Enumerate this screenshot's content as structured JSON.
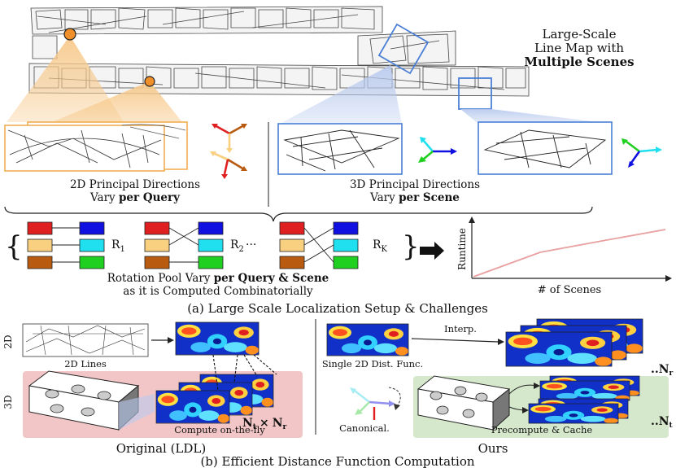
{
  "top": {
    "map_title_line1": "Large-Scale",
    "map_title_line2": "Line Map with",
    "map_title_line3": "Multiple Scenes",
    "left_caption_line1": "2D Principal Directions",
    "left_caption_line2_pre": "Vary ",
    "left_caption_line2_bold": "per Query",
    "right_caption_line1": "3D Principal Directions",
    "right_caption_line2_pre": "Vary ",
    "right_caption_line2_bold": "per Scene"
  },
  "pool": {
    "brace_open": "{",
    "brace_close": "}",
    "r1": "R",
    "r1_sub": "1",
    "r2": "R",
    "r2_sub": "2",
    "ellipsis": "···",
    "rk": "R",
    "rk_sub": "K",
    "caption_line1_pre": "Rotation Pool Vary ",
    "caption_line1_bold": "per Query & Scene",
    "caption_line2": "as it is Computed Combinatorially"
  },
  "runtime_chart": {
    "ylabel": "Runtime",
    "xlabel": "# of Scenes",
    "line_color": "#e8a0a0"
  },
  "section_a": "(a) Large Scale Localization Setup & Challenges",
  "bottom": {
    "row_2d": "2D",
    "row_3d": "3D",
    "lines_label": "2D Lines",
    "single_label": "Single 2D Dist. Func.",
    "interp_label": "Interp.",
    "compute_label": "Compute on-the-fly",
    "nt": "N",
    "nt_sub": "t",
    "times": "×",
    "nr": "N",
    "nr_sub": "r",
    "ellipsis_small": "..",
    "canonical_label": "Canonical.",
    "precompute_label": "Precompute & Cache",
    "original_label": "Original (LDL)",
    "ours_label": "Ours"
  },
  "section_b": "(b) Efficient Distance Function Computation",
  "colors": {
    "orange_fill": "#f7c98b",
    "orange_stroke": "#f0a94a",
    "blue_stroke": "#4a7fd6",
    "blue_fill": "#b7c9ee",
    "pink_bg": "#f2c6c6",
    "green_bg": "#d6e8cc",
    "red": "#e02020",
    "blue": "#1010e0",
    "yellow": "#f8d080",
    "cyan": "#20e0f0",
    "brown": "#b85a10",
    "green": "#20d020"
  }
}
